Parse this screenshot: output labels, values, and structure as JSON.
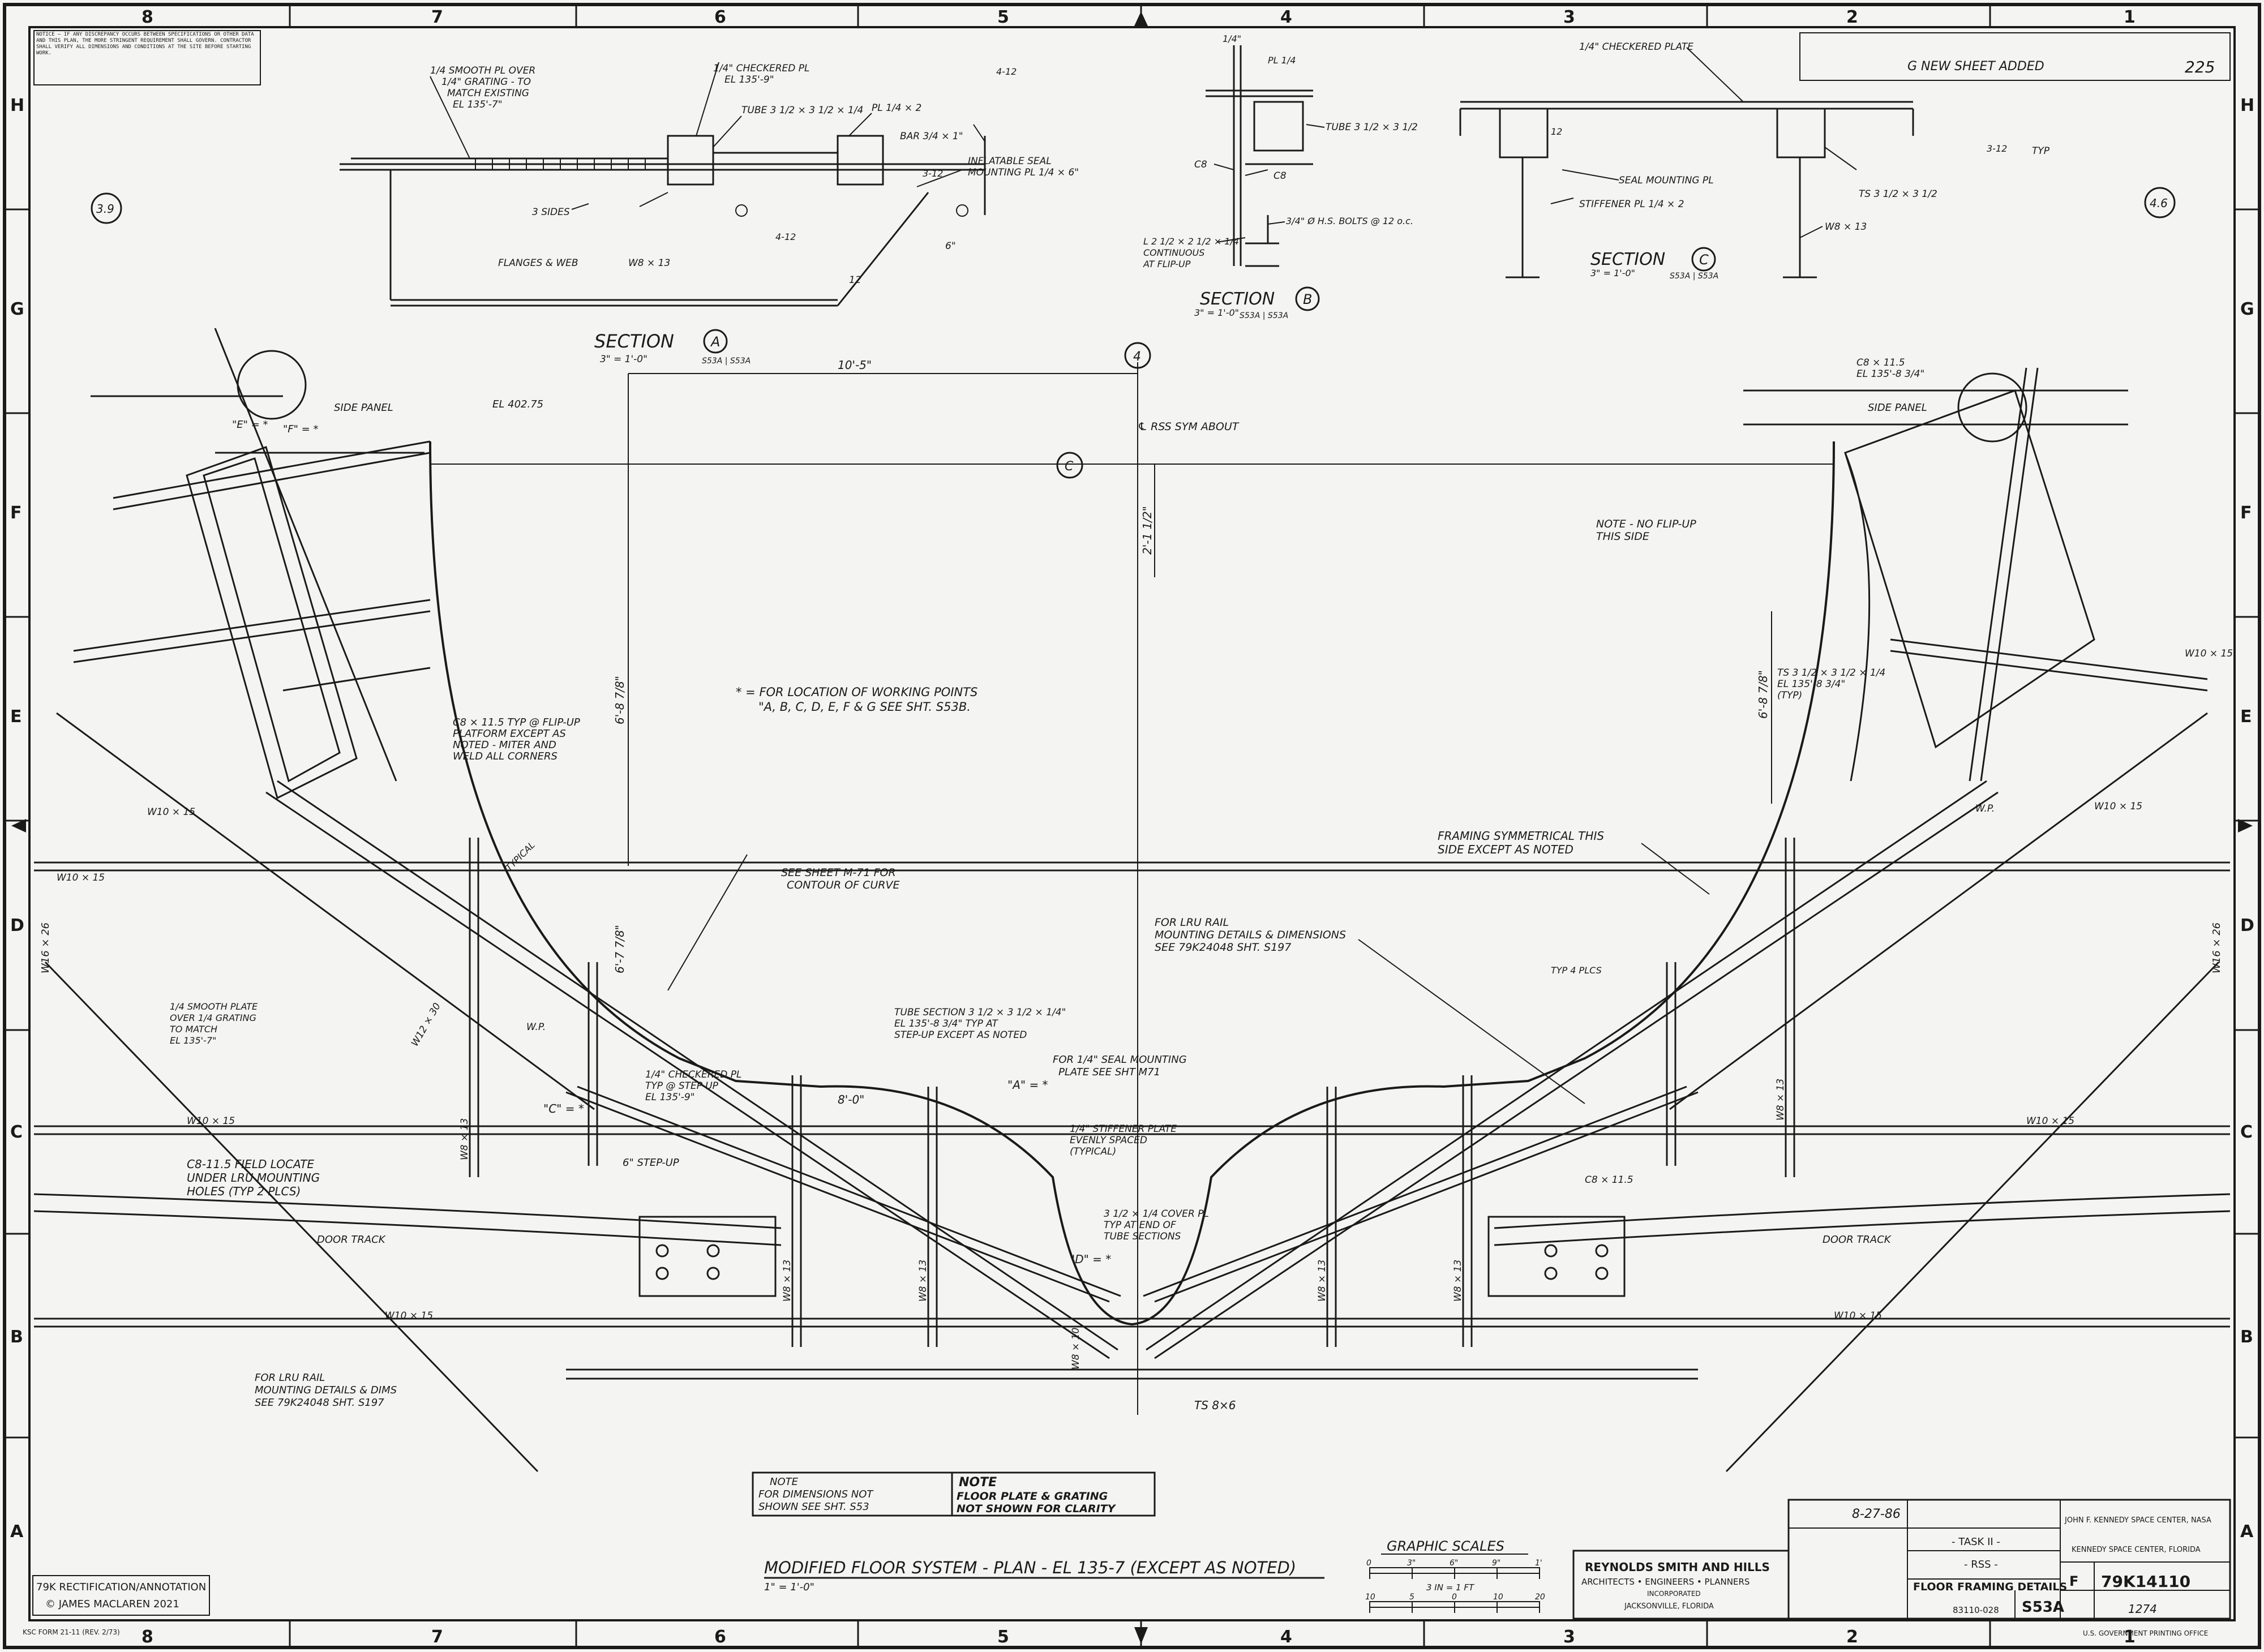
{
  "border": {
    "columns": [
      "8",
      "7",
      "6",
      "5",
      "4",
      "3",
      "2",
      "1"
    ],
    "rows": [
      "H",
      "G",
      "F",
      "E",
      "D",
      "C",
      "B",
      "A"
    ]
  },
  "notice_block": "NOTICE — IF ANY DISCREPANCY OCCURS BETWEEN SPECIFICATIONS OR OTHER DATA AND THIS PLAN, THE MORE STRINGENT REQUIREMENT SHALL GOVERN. CONTRACTOR SHALL VERIFY ALL DIMENSIONS AND CONDITIONS AT THE SITE BEFORE STARTING WORK.",
  "sections": {
    "a": {
      "title": "SECTION",
      "letter": "A",
      "scale": "3\" = 1'-0\"",
      "refs": "S53A | S53A"
    },
    "b": {
      "title": "SECTION",
      "letter": "B",
      "scale": "3\" = 1'-0\"",
      "refs": "S53A | S53A"
    },
    "c": {
      "title": "SECTION",
      "letter": "C",
      "scale": "3\" = 1'-0\"",
      "refs": "S53A | S53A"
    }
  },
  "callouts_a": {
    "smooth_pl": "1/4 SMOOTH PL OVER",
    "grating": "1/4\" GRATING - TO",
    "match": "MATCH EXISTING",
    "el_135_7": "EL 135'-7\"",
    "checkered": "1/4\" CHECKERED PL",
    "el_135_9": "EL 135'-9\"",
    "tube": "TUBE 3 1/2 × 3 1/2 × 1/4",
    "pl": "PL 1/4 × 2",
    "bar": "BAR 3/4 × 1\"",
    "inflatable": "INFLATABLE SEAL",
    "mounting": "MOUNTING PL 1/4 × 6\"",
    "sides": "3 SIDES",
    "flanges": "FLANGES & WEB",
    "w8": "W8 × 13",
    "weld_a": "4-12",
    "weld_b": "3-12",
    "dim_6": "6\"",
    "dim_12": "12"
  },
  "callouts_b": {
    "pl": "PL 1/4",
    "tube": "TUBE 3 1/2 × 3 1/2",
    "c8a": "C8",
    "c8b": "C8",
    "bolts": "3/4\" Ø H.S. BOLTS @ 12 o.c.",
    "angle": "L 2 1/2 × 2 1/2 × 1/4",
    "continuous": "CONTINUOUS",
    "flip": "AT FLIP-UP",
    "dim": "1/4\""
  },
  "callouts_c": {
    "checkered": "1/4\" CHECKERED PLATE",
    "dim_12": "12",
    "seal": "SEAL MOUNTING PL",
    "stiffener": "STIFFENER PL 1/4 × 2",
    "ts": "TS 3 1/2 × 3 1/2",
    "w8": "W8 × 13",
    "typ": "TYP",
    "weld": "3-12"
  },
  "title_block": {
    "drawing_title_1": "MODIFIED FLOOR SYSTEM - PLAN - EL 135-7 (EXCEPT AS NOTED)",
    "scale": "1\" = 1'-0\"",
    "graphic_scales": "GRAPHIC SCALES",
    "scale_ticks": [
      "0",
      "3\"",
      "6\"",
      "9\"",
      "1'"
    ],
    "scale_ticks_b": [
      "10",
      "5",
      "0",
      "10",
      "20"
    ],
    "scale_label_b": "3 IN = 1 FT",
    "firm": "REYNOLDS SMITH AND HILLS",
    "firm_2": "ARCHITECTS • ENGINEERS • PLANNERS",
    "firm_3": "INCORPORATED",
    "firm_4": "JACKSONVILLE, FLORIDA",
    "date": "8-27-86",
    "task": "- TASK II -",
    "rss": "- RSS -",
    "sheet_title": "FLOOR FRAMING DETAILS",
    "job": "83110-028",
    "sheet_no": "S53A",
    "size": "F",
    "drawing_no": "79K14110",
    "sub_no": "1274",
    "agency": "JOHN F. KENNEDY SPACE CENTER, NASA",
    "agency_2": "KENNEDY SPACE CENTER, FLORIDA",
    "rev_note": "G   NEW SHEET ADDED",
    "rev_no": "225",
    "form": "KSC FORM 21-11 (REV. 2/73)",
    "gpo": "U.S. GOVERNMENT PRINTING OFFICE"
  },
  "annotation_box": {
    "line1": "79K RECTIFICATION/ANNOTATION",
    "line2": "© JAMES MACLAREN 2021"
  },
  "plan_labels": {
    "dim_10_5": "10'-5\"",
    "grid_4": "4",
    "grid_c": "C",
    "grid_3_9": "3.9",
    "grid_4_6": "4.6",
    "rss_sym": "℄ RSS SYM ABOUT",
    "dim_2_1": "2'-1 1/2\"",
    "dim_6_8_left": "6'-8 7/8\"",
    "dim_6_8_right": "6'-8 7/8\"",
    "dim_6_7": "6'-7 7/8\"",
    "dim_8_0": "8'-0\"",
    "note_location": "* = FOR LOCATION OF WORKING POINTS",
    "note_location_2": "\"A, B, C, D, E, F & G SEE SHT. S53B.",
    "c8_flipup": "C8 × 11.5 TYP @ FLIP-UP",
    "c8_flipup_2": "PLATFORM EXCEPT AS",
    "c8_flipup_3": "NOTED - MITER AND",
    "c8_flipup_4": "WELD ALL CORNERS",
    "see_sheet": "SEE SHEET M-71 FOR",
    "contour": "CONTOUR OF CURVE",
    "lru_1": "FOR LRU RAIL",
    "lru_2": "MOUNTING DETAILS & DIMENSIONS",
    "lru_3": "SEE 79K24048 SHT. S197",
    "framing_1": "FRAMING SYMMETRICAL THIS",
    "framing_2": "SIDE EXCEPT AS NOTED",
    "note_flip_1": "NOTE - NO FLIP-UP",
    "note_flip_2": "THIS SIDE",
    "ts_right_1": "TS 3 1/2 × 3 1/2 × 1/4",
    "ts_right_2": "EL 135'-8 3/4\"",
    "ts_right_3": "(TYP)",
    "cb_right_1": "C8 × 11.5",
    "cb_right_2": "EL 135'-8 3/4\"",
    "side_panel_l": "SIDE PANEL",
    "side_panel_r": "SIDE PANEL",
    "el_402": "EL 402.75",
    "tube_1": "TUBE SECTION 3 1/2 × 3 1/2 × 1/4\"",
    "tube_2": "EL 135'-8 3/4\" TYP AT",
    "tube_3": "STEP-UP EXCEPT AS NOTED",
    "seal_1": "FOR 1/4\" SEAL MOUNTING",
    "seal_2": "PLATE SEE SHT M71",
    "checkered_1": "1/4\" CHECKERED PL",
    "checkered_2": "TYP @ STEP-UP",
    "checkered_3": "EL 135'-9\"",
    "stiff_1": "1/4\" STIFFENER PLATE",
    "stiff_2": "EVENLY SPACED",
    "stiff_3": "(TYPICAL)",
    "cover_1": "3 1/2 × 1/4 COVER PL",
    "cover_2": "TYP AT END OF",
    "cover_3": "TUBE SECTIONS",
    "step_up": "6\" STEP-UP",
    "cb_field_1": "C8-11.5 FIELD LOCATE",
    "cb_field_2": "UNDER LRU MOUNTING",
    "cb_field_3": "HOLES (TYP 2 PLCS)",
    "door_track_l": "DOOR TRACK",
    "door_track_r": "DOOR TRACK",
    "lru_b1": "FOR LRU RAIL",
    "lru_b2": "MOUNTING DETAILS & DIMS",
    "lru_b3": "SEE 79K24048 SHT. S197",
    "ts_bottom": "TS 8×6",
    "smooth_l1": "1/4 SMOOTH PLATE",
    "smooth_l2": "OVER 1/4 GRATING",
    "smooth_l3": "TO MATCH",
    "smooth_l4": "EL 135'-7\"",
    "wd_l1": "W10 × 15",
    "wd_l2": "W10 × 15",
    "wd_l3": "W10 × 15",
    "wd_l4": "W10 × 15",
    "wd_r1": "W10 × 15",
    "wd_r2": "W10 × 15",
    "wd_r3": "W10 × 15",
    "wd_r4": "W10 × 15",
    "w8_1": "W8 × 13",
    "w8_2": "W8 × 13",
    "w8_3": "W8 × 13",
    "w8_4": "W8 × 13",
    "w8_5": "W8 × 13",
    "w8_6": "W8 × 13",
    "w8_7": "W8 × 10",
    "w16": "W16 × 26",
    "w16_r": "W16 × 26",
    "w12": "W12 × 30",
    "cb_115": "C8 × 11.5",
    "wp_l": "W.P.",
    "wp_r": "W.P.",
    "star_c": "\"C\" = *",
    "star_a": "\"A\" = *",
    "star_d": "\"D\" = *",
    "star_e": "\"E\" = *",
    "star_f": "\"F\" = *",
    "typ_plcs": "TYP 4 PLCS",
    "typical": "TYPICAL"
  },
  "note_box": {
    "left_1": "NOTE",
    "left_2": "FOR DIMENSIONS NOT",
    "left_3": "SHOWN SEE SHT. S53",
    "right_1": "NOTE",
    "right_2": "FLOOR PLATE & GRATING",
    "right_3": "NOT SHOWN FOR CLARITY"
  }
}
